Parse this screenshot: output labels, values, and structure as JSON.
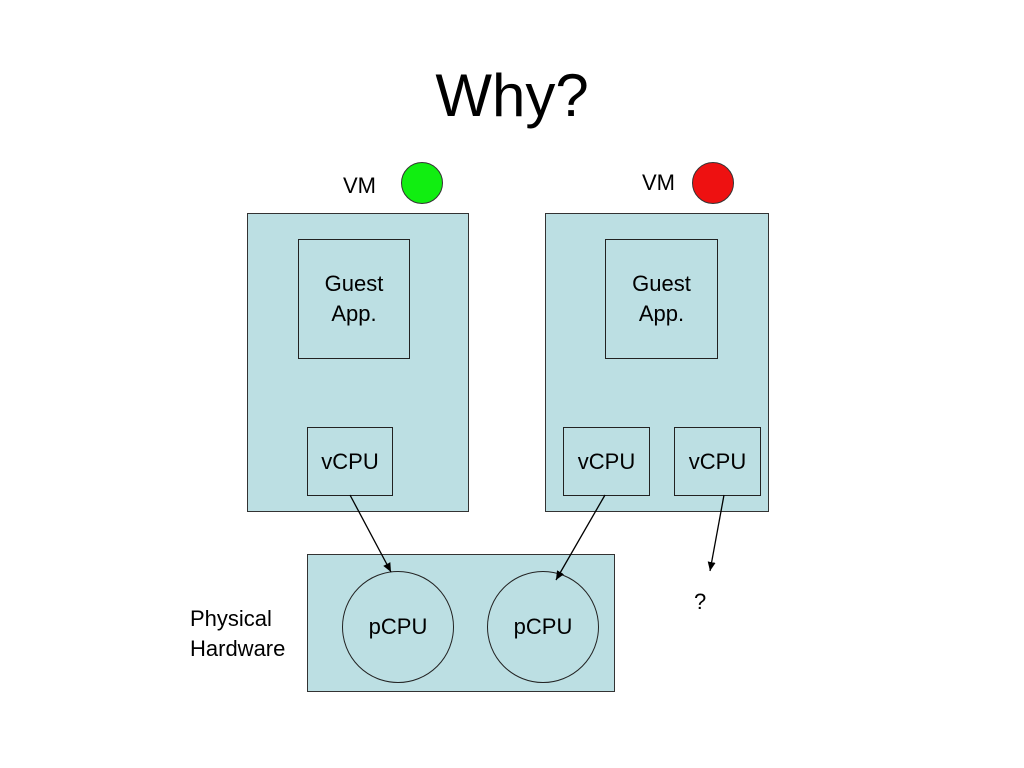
{
  "title": "Why?",
  "vm_left": {
    "label": "VM",
    "status_color": "#11ee11",
    "guest_line1": "Guest",
    "guest_line2": "App.",
    "vcpus": [
      "vCPU"
    ]
  },
  "vm_right": {
    "label": "VM",
    "status_color": "#ee1111",
    "guest_line1": "Guest",
    "guest_line2": "App.",
    "vcpus": [
      "vCPU",
      "vCPU"
    ]
  },
  "hardware": {
    "label_line1": "Physical",
    "label_line2": "Hardware",
    "pcpus": [
      "pCPU",
      "pCPU"
    ]
  },
  "unknown_target": "?",
  "colors": {
    "box_fill": "#bcdfe3",
    "vm_ok": "#11ee11",
    "vm_blocked": "#ee1111"
  }
}
